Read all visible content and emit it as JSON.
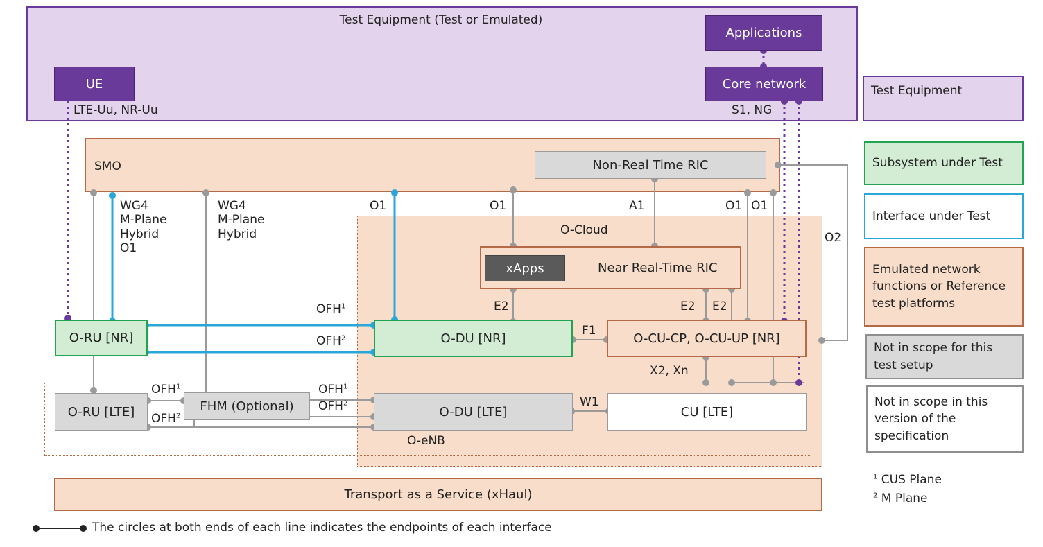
{
  "test_equipment": {
    "title": "Test Equipment (Test or Emulated)",
    "ue": "UE",
    "ue_iface": "LTE-Uu, NR-Uu",
    "applications": "Applications",
    "core": "Core network",
    "core_iface": "S1, NG"
  },
  "smo": {
    "label": "SMO",
    "nonrt_ric": "Non-Real Time RIC"
  },
  "ocloud": {
    "label": "O-Cloud",
    "xapps": "xApps",
    "nearrt_ric": "Near Real-Time RIC"
  },
  "nodes": {
    "oru_nr": "O-RU [NR]",
    "odu_nr": "O-DU [NR]",
    "ocu_nr": "O-CU-CP, O-CU-UP [NR]",
    "oru_lte": "O-RU [LTE]",
    "fhm": "FHM (Optional)",
    "odu_lte": "O-DU [LTE]",
    "cu_lte": "CU [LTE]",
    "oenb": "O-eNB",
    "transport": "Transport as a Service (xHaul)"
  },
  "interfaces": {
    "wg4_a": [
      "WG4",
      "M-Plane",
      "Hybrid",
      "O1"
    ],
    "wg4_b": [
      "WG4",
      "M-Plane",
      "Hybrid"
    ],
    "o1": "O1",
    "a1": "A1",
    "o2": "O2",
    "e2": "E2",
    "f1": "F1",
    "w1": "W1",
    "x2xn": "X2, Xn",
    "ofh": "OFH",
    "sup1": "1",
    "sup2": "2"
  },
  "legend": {
    "items": [
      {
        "text": "Test Equipment",
        "border": "#6a3a9a",
        "fill": "#e4d3ec"
      },
      {
        "text": "Subsystem under Test",
        "border": "#21a353",
        "fill": "#d3ecd4"
      },
      {
        "text": "Interface under Test",
        "border": "#2aa7d8",
        "fill": "#ffffff"
      },
      {
        "text": "Emulated network functions or Reference test platforms",
        "border": "#b56a47",
        "fill": "#f8ddca"
      },
      {
        "text": "Not in scope for this test setup",
        "border": "#8e8e8e",
        "fill": "#d9d9d9"
      },
      {
        "text": "Not in scope in this version of the specification",
        "border": "#8e8e8e",
        "fill": "#ffffff"
      }
    ],
    "footnote1": "CUS Plane",
    "footnote2": "M Plane",
    "endpoints_note": "The circles at both ends of each line indicates the endpoints of each interface"
  },
  "colors": {
    "purple": "#6a3a9a",
    "lavender": "#e4d3ec",
    "salmon": "#f8ddca",
    "salmon_border": "#b56a47",
    "green": "#d3ecd4",
    "green_border": "#21a353",
    "blue": "#2aa7d8",
    "grey": "#9a9a9a",
    "grey_fill": "#d9d9d9",
    "dark": "#5a5a5a"
  }
}
